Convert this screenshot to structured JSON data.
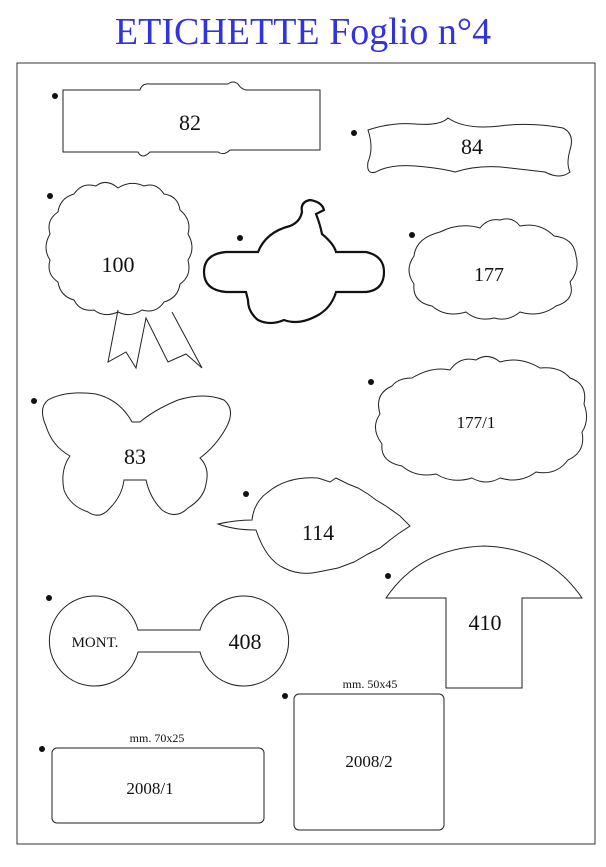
{
  "title": "ETICHETTE Foglio n°4",
  "labels": {
    "l82": "82",
    "l84": "84",
    "l100": "100",
    "l177": "177",
    "l177_1": "177/1",
    "l83": "83",
    "l114": "114",
    "l408_mont": "MONT.",
    "l408": "408",
    "l410": "410",
    "l2008_1": "2008/1",
    "l2008_1_size": "mm. 70x25",
    "l2008_2": "2008/2",
    "l2008_2_size": "mm. 50x45"
  },
  "colors": {
    "title": "#3333dd",
    "outline": "#222222"
  }
}
